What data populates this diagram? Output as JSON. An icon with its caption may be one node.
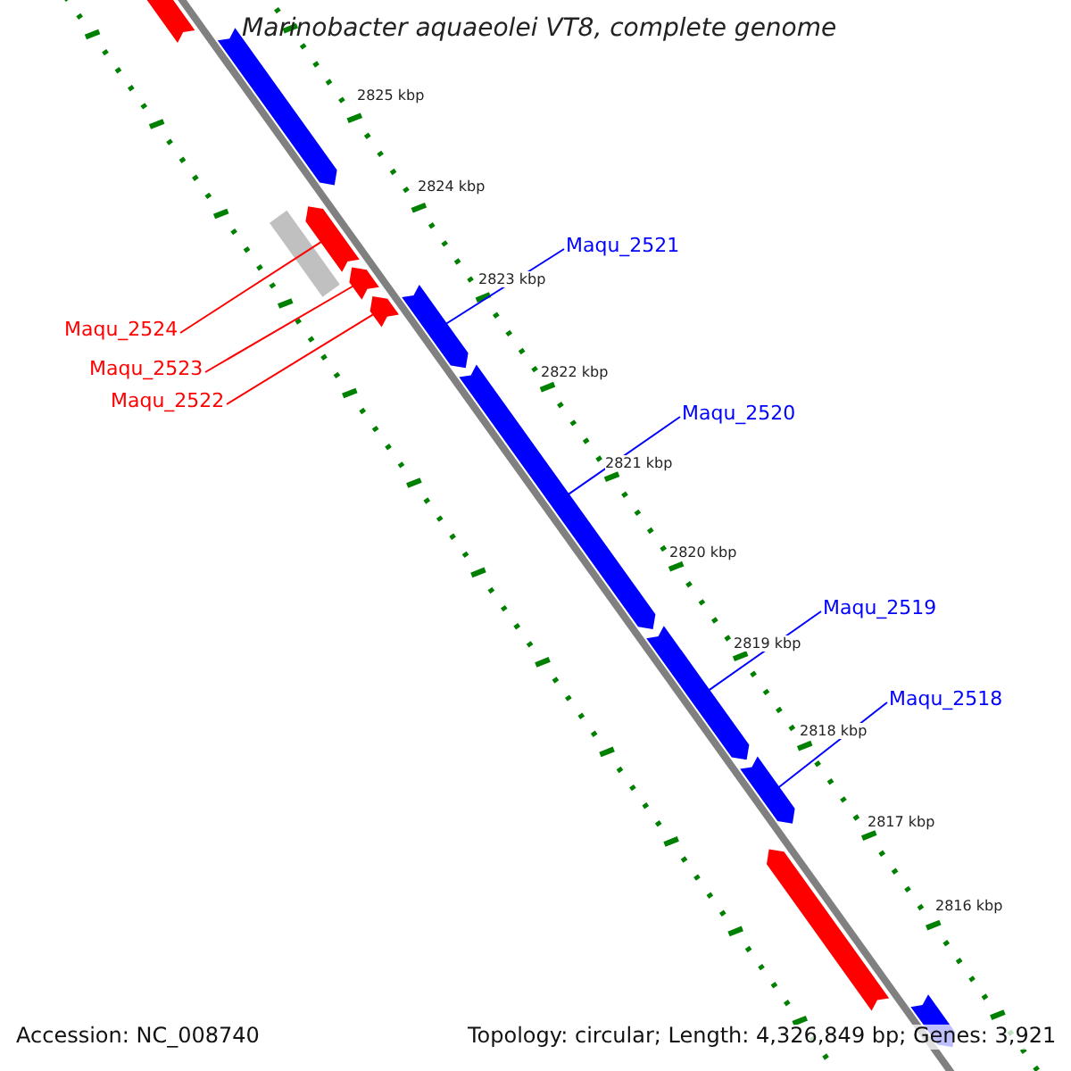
{
  "diagram": {
    "title": "Marinobacter aquaeolei VT8, complete genome",
    "nodes": [
      {
        "text": [],
        "shape": "box"
      },
      {
        "text": [],
        "shape": "box"
      },
      {
        "text": [],
        "shape": "bar"
      },
      {
        "text": [],
        "shape": "box"
      },
      {
        "text": [],
        "shape": "box"
      },
      {
        "text": [],
        "shape": "box"
      },
      {
        "text": [],
        "shape": "box"
      },
      {
        "text": [],
        "shape": "box"
      },
      {
        "text": [],
        "shape": "box"
      },
      {
        "text": [],
        "shape": "box"
      },
      {
        "text": [],
        "shape": "box"
      },
      {
        "text": [],
        "shape": "box"
      },
      {
        "text": [
          "Maqu_2521"
        ]
      },
      {
        "text": [
          "Maqu_2524"
        ]
      },
      {
        "text": [
          "Maqu_2523"
        ]
      },
      {
        "text": [
          "Maqu_2522"
        ]
      },
      {
        "text": [
          "Maqu_2520"
        ]
      },
      {
        "text": [
          "Maqu_2519"
        ]
      },
      {
        "text": [
          "Maqu_2518"
        ]
      }
    ],
    "edges": [
      {
        "from": 12,
        "to": 6,
        "arrow": "none"
      },
      {
        "from": 13,
        "to": 3,
        "arrow": "none",
        "color": "#ff0000"
      },
      {
        "from": 14,
        "to": 4,
        "arrow": "none",
        "color": "#ff0000"
      },
      {
        "from": 15,
        "to": 5,
        "arrow": "none",
        "color": "#ff0000"
      },
      {
        "from": 16,
        "to": 7,
        "arrow": "none"
      },
      {
        "from": 17,
        "to": 8,
        "arrow": "none"
      },
      {
        "from": 18,
        "to": 9,
        "arrow": "none"
      }
    ],
    "labels": [
      "2825 kbp",
      "2824 kbp",
      "2823 kbp",
      "2822 kbp",
      "2821 kbp",
      "2820 kbp",
      "2819 kbp",
      "2818 kbp",
      "2817 kbp",
      "2816 kbp",
      "Accession: NC_008740",
      "Topology: circular; Length: 4,326,849 bp; Genes: 3,921"
    ]
  }
}
